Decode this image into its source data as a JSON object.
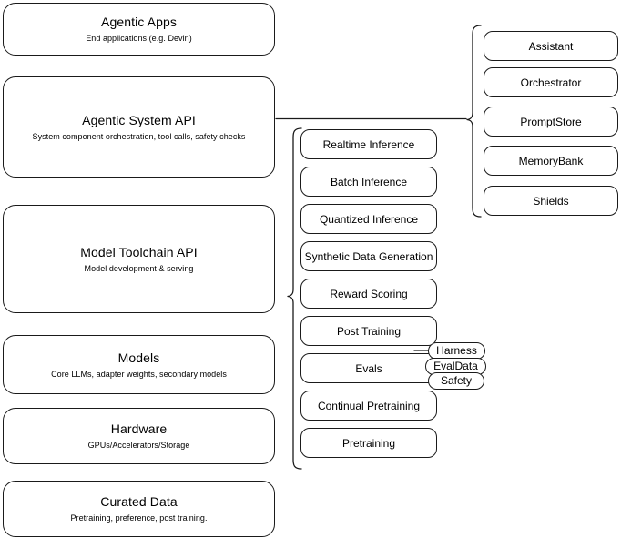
{
  "diagram": {
    "title": "Agentic stack layer diagram",
    "accent_color": "#1a1a1a",
    "background_color": "#ffffff"
  },
  "layers": [
    {
      "title": "Agentic Apps",
      "subtitle": "End applications (e.g. Devin)"
    },
    {
      "title": "Agentic System API",
      "subtitle": "System component orchestration, tool calls, safety checks"
    },
    {
      "title": "Model Toolchain API",
      "subtitle": "Model development & serving"
    },
    {
      "title": "Models",
      "subtitle": "Core LLMs, adapter weights, secondary models"
    },
    {
      "title": "Hardware",
      "subtitle": "GPUs/Accelerators/Storage"
    },
    {
      "title": "Curated Data",
      "subtitle": "Pretraining, preference, post training."
    }
  ],
  "toolchain_components": [
    {
      "label": "Realtime Inference"
    },
    {
      "label": "Batch Inference"
    },
    {
      "label": "Quantized Inference"
    },
    {
      "label": "Synthetic Data Generation"
    },
    {
      "label": "Reward Scoring"
    },
    {
      "label": "Post Training"
    },
    {
      "label": "Evals"
    },
    {
      "label": "Continual Pretraining"
    },
    {
      "label": "Pretraining"
    }
  ],
  "evals_subcomponents": [
    {
      "label": "Harness"
    },
    {
      "label": "EvalData"
    },
    {
      "label": "Safety"
    }
  ],
  "system_components": [
    {
      "label": "Assistant"
    },
    {
      "label": "Orchestrator"
    },
    {
      "label": "PromptStore"
    },
    {
      "label": "MemoryBank"
    },
    {
      "label": "Shields"
    }
  ]
}
